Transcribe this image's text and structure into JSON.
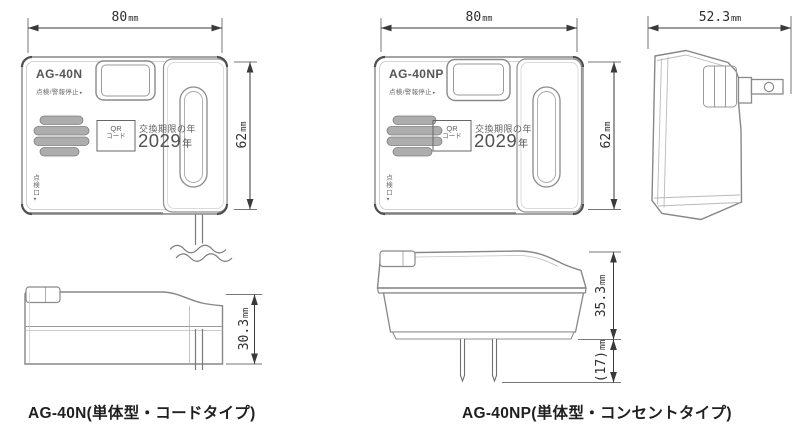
{
  "colors": {
    "body_line": "#878787",
    "detail_line": "#b9b9b9",
    "dimension_line": "#3a3a3a",
    "label_text": "#4a4a4a"
  },
  "front_n": {
    "model": "AG-40N",
    "stop_label": "点検/警報停止",
    "stop_marker": "▸",
    "qr_line1": "QR",
    "qr_line2": "コード",
    "expiry_title": "交換期限の年",
    "expiry_year": "2029",
    "expiry_suffix": "年",
    "port_label": "点検口",
    "port_marker": "▼",
    "dim_width_value": "80",
    "dim_width_unit": "mm",
    "dim_height_value": "62",
    "dim_height_unit": "mm"
  },
  "front_np": {
    "model": "AG-40NP",
    "stop_label": "点検/警報停止",
    "stop_marker": "▸",
    "qr_line1": "QR",
    "qr_line2": "コード",
    "expiry_title": "交換期限の年",
    "expiry_year": "2029",
    "expiry_suffix": "年",
    "port_label": "点検口",
    "port_marker": "▼",
    "dim_width_value": "80",
    "dim_width_unit": "mm",
    "dim_height_value": "62",
    "dim_height_unit": "mm"
  },
  "side_np": {
    "dim_width_value": "52.3",
    "dim_width_unit": "mm"
  },
  "bottom_n": {
    "dim_height_value": "30.3",
    "dim_height_unit": "mm"
  },
  "bottom_np": {
    "dim_body_value": "35.3",
    "dim_body_unit": "mm",
    "dim_prong_value": "(17)",
    "dim_prong_unit": "mm"
  },
  "captions": {
    "n": "AG-40N(単体型・コードタイプ)",
    "np": "AG-40NP(単体型・コンセントタイプ)"
  }
}
